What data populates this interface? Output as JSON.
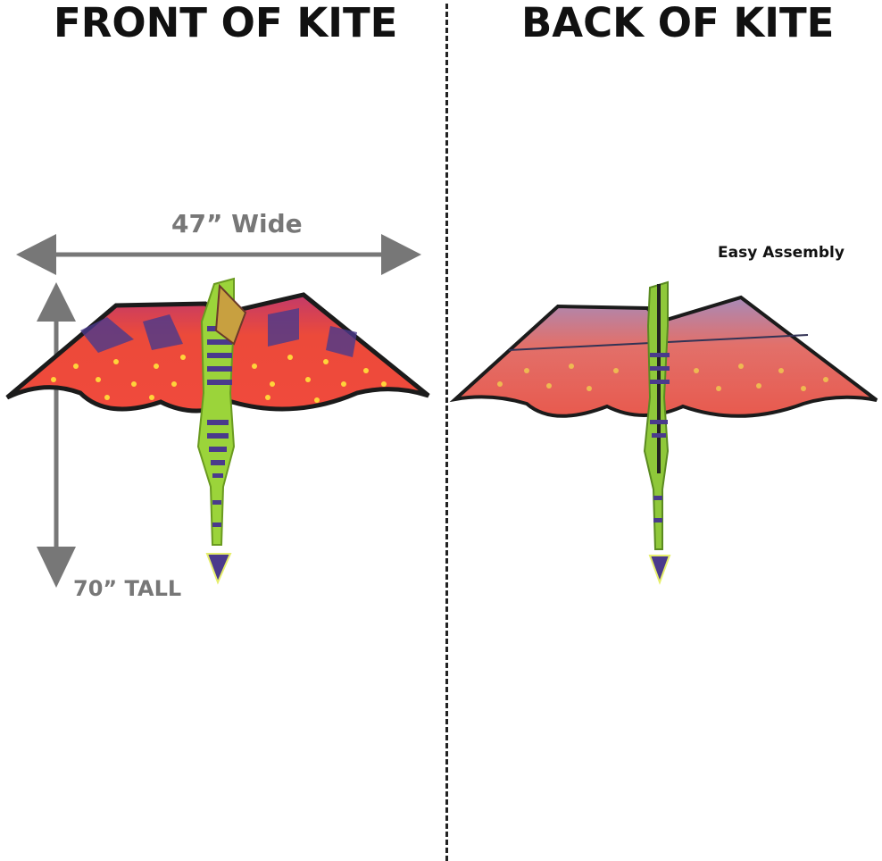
{
  "headings": {
    "front": "FRONT OF KITE",
    "back": "BACK OF KITE"
  },
  "dimensions": {
    "width_label": "47” Wide",
    "height_label": "70” TALL"
  },
  "back_note": "Easy Assembly",
  "colors": {
    "arrow": "#777777",
    "wing_red": "#ee4a3c",
    "wing_purple": "#4a3a8c",
    "body_green": "#9bd43a",
    "stripe_yellow": "#e6ee6c",
    "dots_yellow": "#ffd43a"
  }
}
